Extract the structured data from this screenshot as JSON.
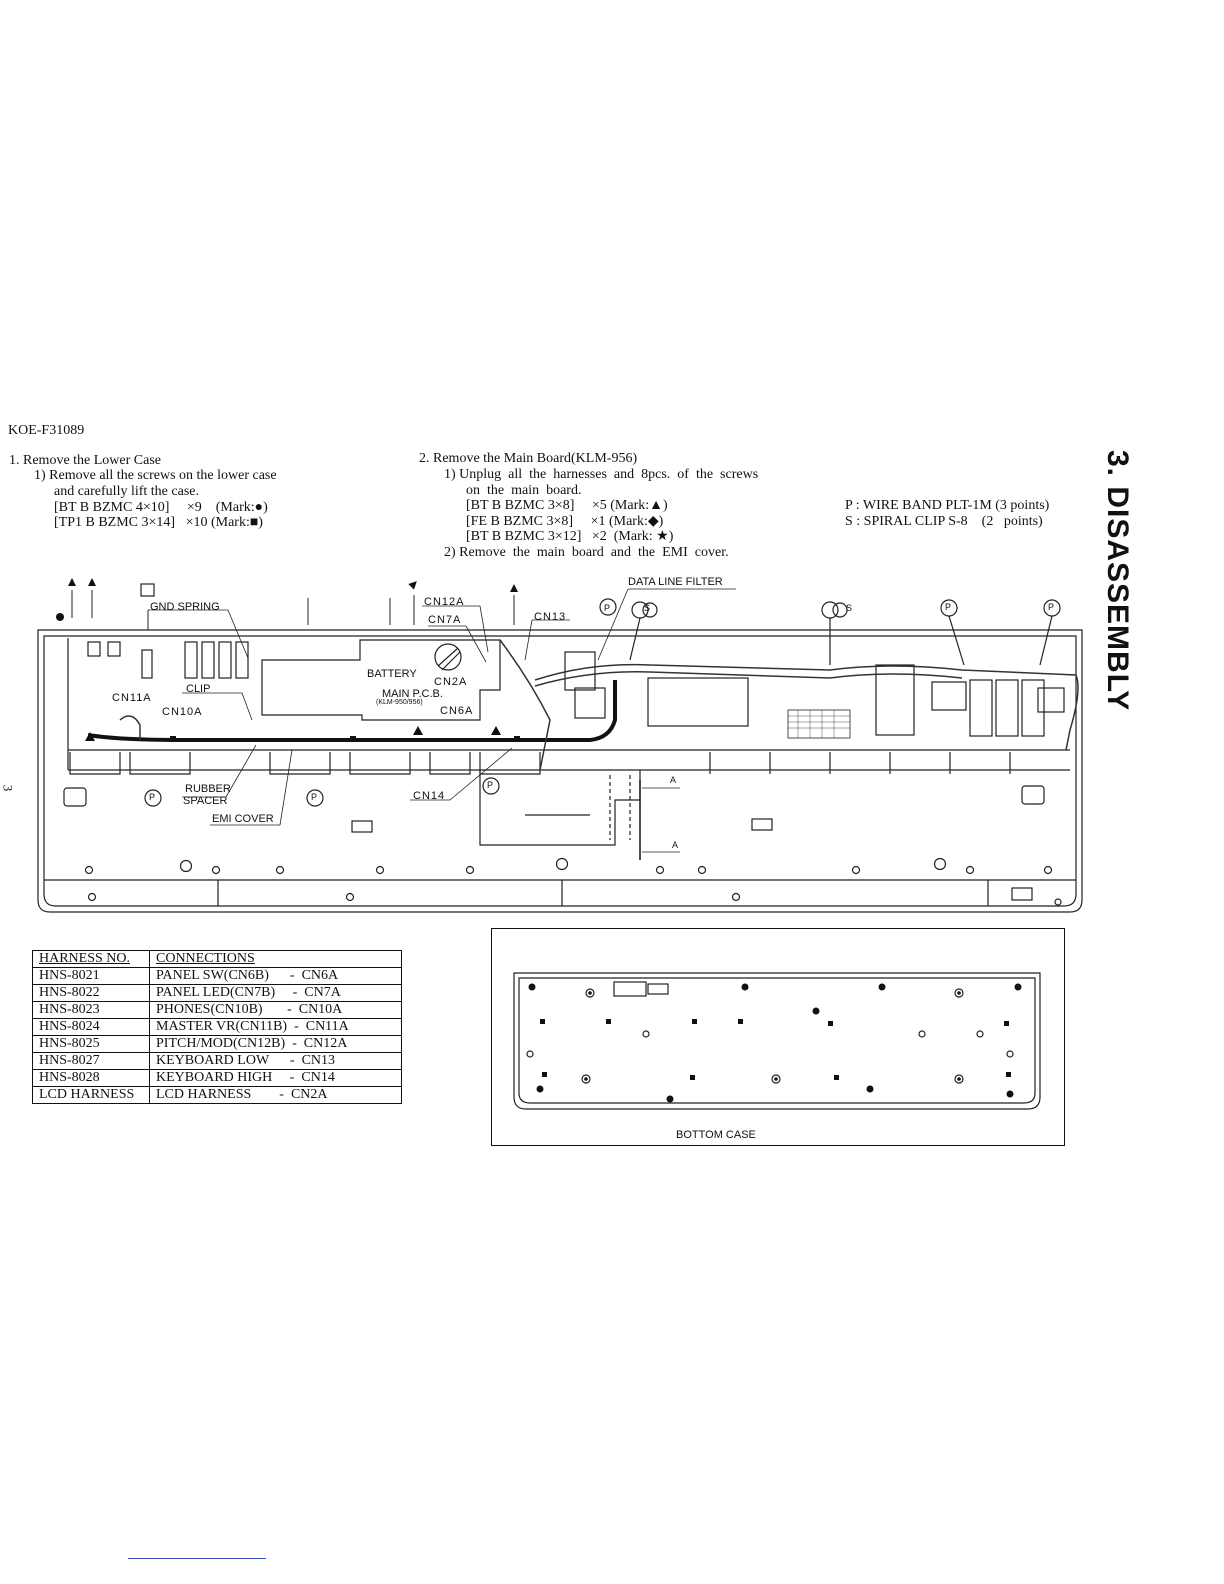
{
  "doc_code": "KOE-F31089",
  "section_title": "3. DISASSEMBLY",
  "page_number": "3",
  "step1": {
    "heading": "1. Remove the Lower Case",
    "line1": "1) Remove all the screws on the lower case",
    "line2": "and carefully lift the case.",
    "screw1": "[BT B BZMC 4×10]     ×9    (Mark:●)",
    "screw2": "[TP1 B BZMC 3×14]   ×10 (Mark:■)"
  },
  "step2": {
    "heading": "2. Remove the Main Board(KLM-956)",
    "line1": "1) Unplug  all  the  harnesses  and  8pcs.  of  the  screws",
    "line2": "on  the  main  board.",
    "screw1": "[BT B BZMC 3×8]     ×5 (Mark:▲)",
    "screw2": "[FE B BZMC 3×8]     ×1 (Mark:◆)",
    "screw3": "[BT B BZMC 3×12]   ×2  (Mark: ★)",
    "line3": "2) Remove  the  main  board  and  the  EMI  cover."
  },
  "legend": {
    "p": "P : WIRE BAND PLT-1M (3 points)",
    "s": "S : SPIRAL CLIP S-8    (2   points)"
  },
  "diagram_labels": {
    "gnd_spring": "GND SPRING",
    "cn12a": "CN12A",
    "cn7a": "CN7A",
    "cn13": "CN13",
    "data_line_filter": "DATA LINE FILTER",
    "battery": "BATTERY",
    "cn2a": "CN2A",
    "main_pcb": "MAIN P.C.B.",
    "main_pcb_sub": "(KLM-950/956)",
    "cn6a": "CN6A",
    "cn11a": "CN11A",
    "cn10a": "CN10A",
    "clip": "CLIP",
    "rubber": "RUBBER",
    "spacer": "SPACER",
    "emi_cover": "EMI COVER",
    "cn14": "CN14",
    "a_mark": "A",
    "p_mark": "P",
    "s_mark": "S",
    "bottom_case": "BOTTOM CASE"
  },
  "harness_table": {
    "headers": [
      "HARNESS NO.",
      "CONNECTIONS"
    ],
    "rows": [
      [
        "HNS-8021",
        "PANEL SW(CN6B)      -  CN6A"
      ],
      [
        "HNS-8022",
        "PANEL LED(CN7B)     -  CN7A"
      ],
      [
        "HNS-8023",
        "PHONES(CN10B)       -  CN10A"
      ],
      [
        "HNS-8024",
        "MASTER VR(CN11B)  -  CN11A"
      ],
      [
        "HNS-8025",
        "PITCH/MOD(CN12B)  -  CN12A"
      ],
      [
        "HNS-8027",
        "KEYBOARD LOW      -  CN13"
      ],
      [
        "HNS-8028",
        "KEYBOARD HIGH     -  CN14"
      ],
      [
        "LCD HARNESS",
        "LCD HARNESS        -  CN2A"
      ]
    ]
  }
}
